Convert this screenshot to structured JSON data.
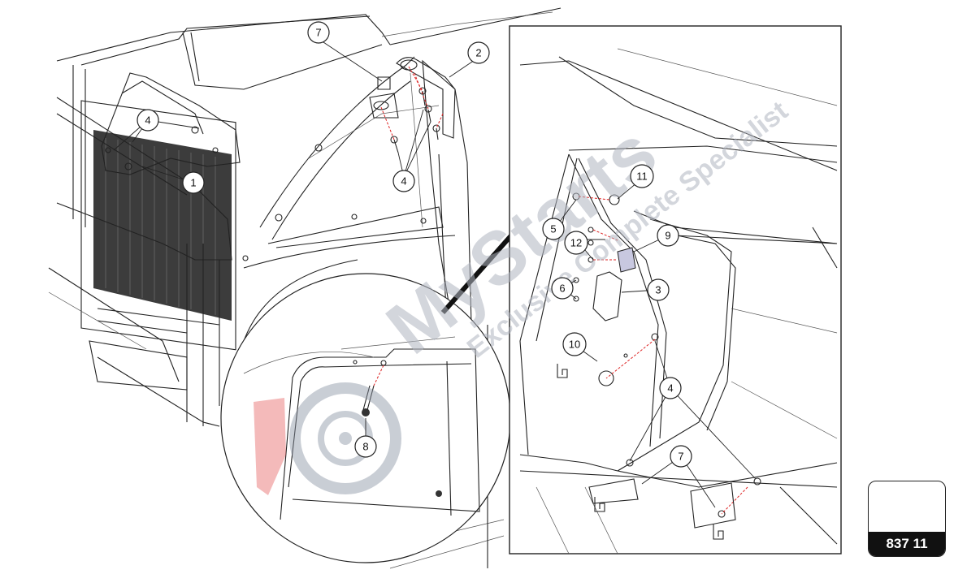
{
  "callouts": {
    "c1": "1",
    "c2": "2",
    "c3": "3",
    "c4a": "4",
    "c4b": "4",
    "c4c": "4",
    "c5": "5",
    "c6": "6",
    "c7a": "7",
    "c7b": "7",
    "c8": "8",
    "c9": "9",
    "c10": "10",
    "c11": "11",
    "c12": "12"
  },
  "watermark": {
    "brand": "MyStarts",
    "tagline": "Exclusive Complete Specialist"
  },
  "reference_badge": {
    "code": "837 11"
  },
  "colors": {
    "line": "#222222",
    "leader_red": "#dd2222",
    "badge_fill": "#111111",
    "watermark_grey": "#b0b5c0",
    "watermark_red": "#e04040"
  }
}
